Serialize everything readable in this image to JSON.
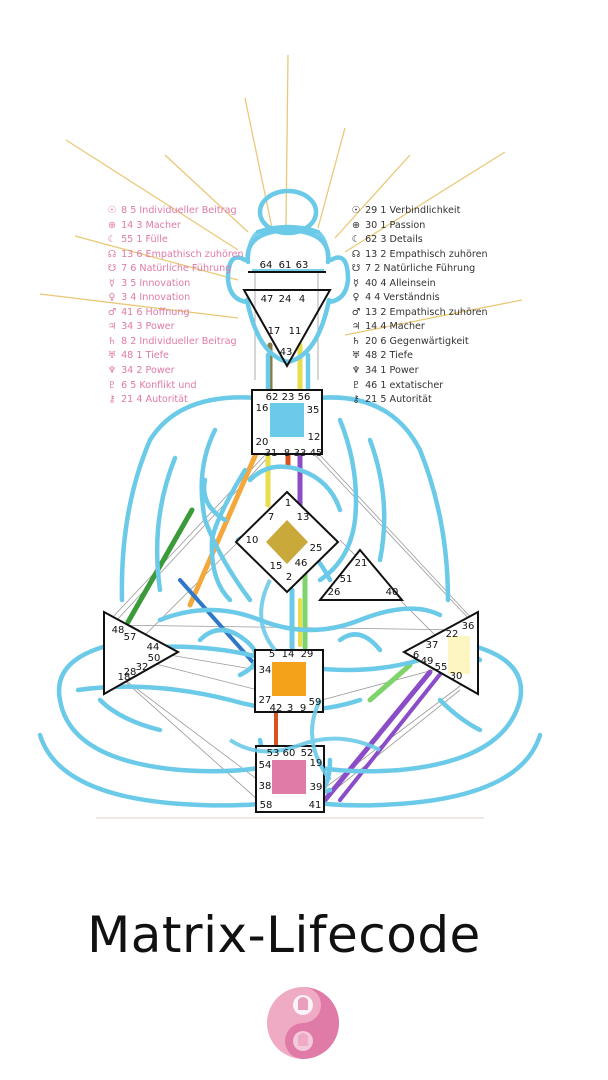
{
  "brand_title": "Matrix-Lifecode",
  "logo_subtitle": "",
  "colors": {
    "figure_outline": "#6ccae9",
    "sun_rays": "#e8c36a",
    "personality_text": "#e07aa6",
    "design_text": "#333333",
    "head_center": "#ffffff",
    "ajna_center": "#ffffff",
    "throat_center": "#6ccae9",
    "g_center": "#c9a93a",
    "sacral_center": "#f4a21a",
    "root_center": "#e07aa6",
    "spleen_center": "#ffffff",
    "solar_plexus_center": "#fdf6c2",
    "channel_green": "#3c9a3a",
    "channel_orange": "#f4a83c",
    "channel_blue": "#2f78c8",
    "channel_yellow": "#e8dd4a",
    "channel_purple": "#8b4cc8",
    "channel_red": "#d9531f",
    "channel_light_green": "#7ed36a"
  },
  "planets_left": [
    {
      "symbol": "☉",
      "gate": "8",
      "line": "5",
      "keyword": "Individueller Beitrag"
    },
    {
      "symbol": "⊕",
      "gate": "14",
      "line": "3",
      "keyword": "Macher"
    },
    {
      "symbol": "☾",
      "gate": "55",
      "line": "1",
      "keyword": "Fülle"
    },
    {
      "symbol": "☊",
      "gate": "13",
      "line": "6",
      "keyword": "Empathisch zuhören"
    },
    {
      "symbol": "☋",
      "gate": "7",
      "line": "6",
      "keyword": "Natürliche Führung"
    },
    {
      "symbol": "☿",
      "gate": "3",
      "line": "5",
      "keyword": "Innovation"
    },
    {
      "symbol": "♀",
      "gate": "3",
      "line": "4",
      "keyword": "Innovation"
    },
    {
      "symbol": "♂",
      "gate": "41",
      "line": "6",
      "keyword": "Hoffnung"
    },
    {
      "symbol": "♃",
      "gate": "34",
      "line": "3",
      "keyword": "Power"
    },
    {
      "symbol": "♄",
      "gate": "8",
      "line": "2",
      "keyword": "Individueller Beitrag"
    },
    {
      "symbol": "♅",
      "gate": "48",
      "line": "1",
      "keyword": "Tiefe"
    },
    {
      "symbol": "♆",
      "gate": "34",
      "line": "2",
      "keyword": "Power"
    },
    {
      "symbol": "♇",
      "gate": "6",
      "line": "5",
      "keyword": "Konflikt und"
    },
    {
      "symbol": "⚷",
      "gate": "21",
      "line": "4",
      "keyword": "Autorität"
    }
  ],
  "planets_right": [
    {
      "symbol": "☉",
      "gate": "29",
      "line": "1",
      "keyword": "Verbindlichkeit"
    },
    {
      "symbol": "⊕",
      "gate": "30",
      "line": "1",
      "keyword": "Passion"
    },
    {
      "symbol": "☾",
      "gate": "62",
      "line": "3",
      "keyword": "Details"
    },
    {
      "symbol": "☊",
      "gate": "13",
      "line": "2",
      "keyword": "Empathisch zuhören"
    },
    {
      "symbol": "☋",
      "gate": "7",
      "line": "2",
      "keyword": "Natürliche Führung"
    },
    {
      "symbol": "☿",
      "gate": "40",
      "line": "4",
      "keyword": "Alleinsein"
    },
    {
      "symbol": "♀",
      "gate": "4",
      "line": "4",
      "keyword": "Verständnis"
    },
    {
      "symbol": "♂",
      "gate": "13",
      "line": "2",
      "keyword": "Empathisch zuhören"
    },
    {
      "symbol": "♃",
      "gate": "14",
      "line": "4",
      "keyword": "Macher"
    },
    {
      "symbol": "♄",
      "gate": "20",
      "line": "6",
      "keyword": "Gegenwärtigkeit"
    },
    {
      "symbol": "♅",
      "gate": "48",
      "line": "2",
      "keyword": "Tiefe"
    },
    {
      "symbol": "♆",
      "gate": "34",
      "line": "1",
      "keyword": "Power"
    },
    {
      "symbol": "♇",
      "gate": "46",
      "line": "1",
      "keyword": "extatischer"
    },
    {
      "symbol": "⚷",
      "gate": "21",
      "line": "5",
      "keyword": "Autorität"
    }
  ],
  "gate_numbers": {
    "head": [
      "64",
      "61",
      "63"
    ],
    "ajna": [
      "47",
      "24",
      "4",
      "17",
      "11",
      "43"
    ],
    "throat": [
      "62",
      "23",
      "56",
      "16",
      "35",
      "20",
      "12",
      "31",
      "8",
      "33",
      "45"
    ],
    "g": [
      "7",
      "1",
      "13",
      "10",
      "25",
      "15",
      "46",
      "2"
    ],
    "heart": [
      "21",
      "51",
      "26",
      "40"
    ],
    "sacral": [
      "5",
      "14",
      "29",
      "34",
      "27",
      "42",
      "3",
      "9",
      "59"
    ],
    "root": [
      "53",
      "60",
      "52",
      "54",
      "19",
      "38",
      "39",
      "58",
      "41"
    ],
    "spleen": [
      "48",
      "57",
      "44",
      "50",
      "32",
      "28",
      "18"
    ],
    "solar_plexus": [
      "36",
      "22",
      "37",
      "6",
      "49",
      "55",
      "30"
    ]
  }
}
